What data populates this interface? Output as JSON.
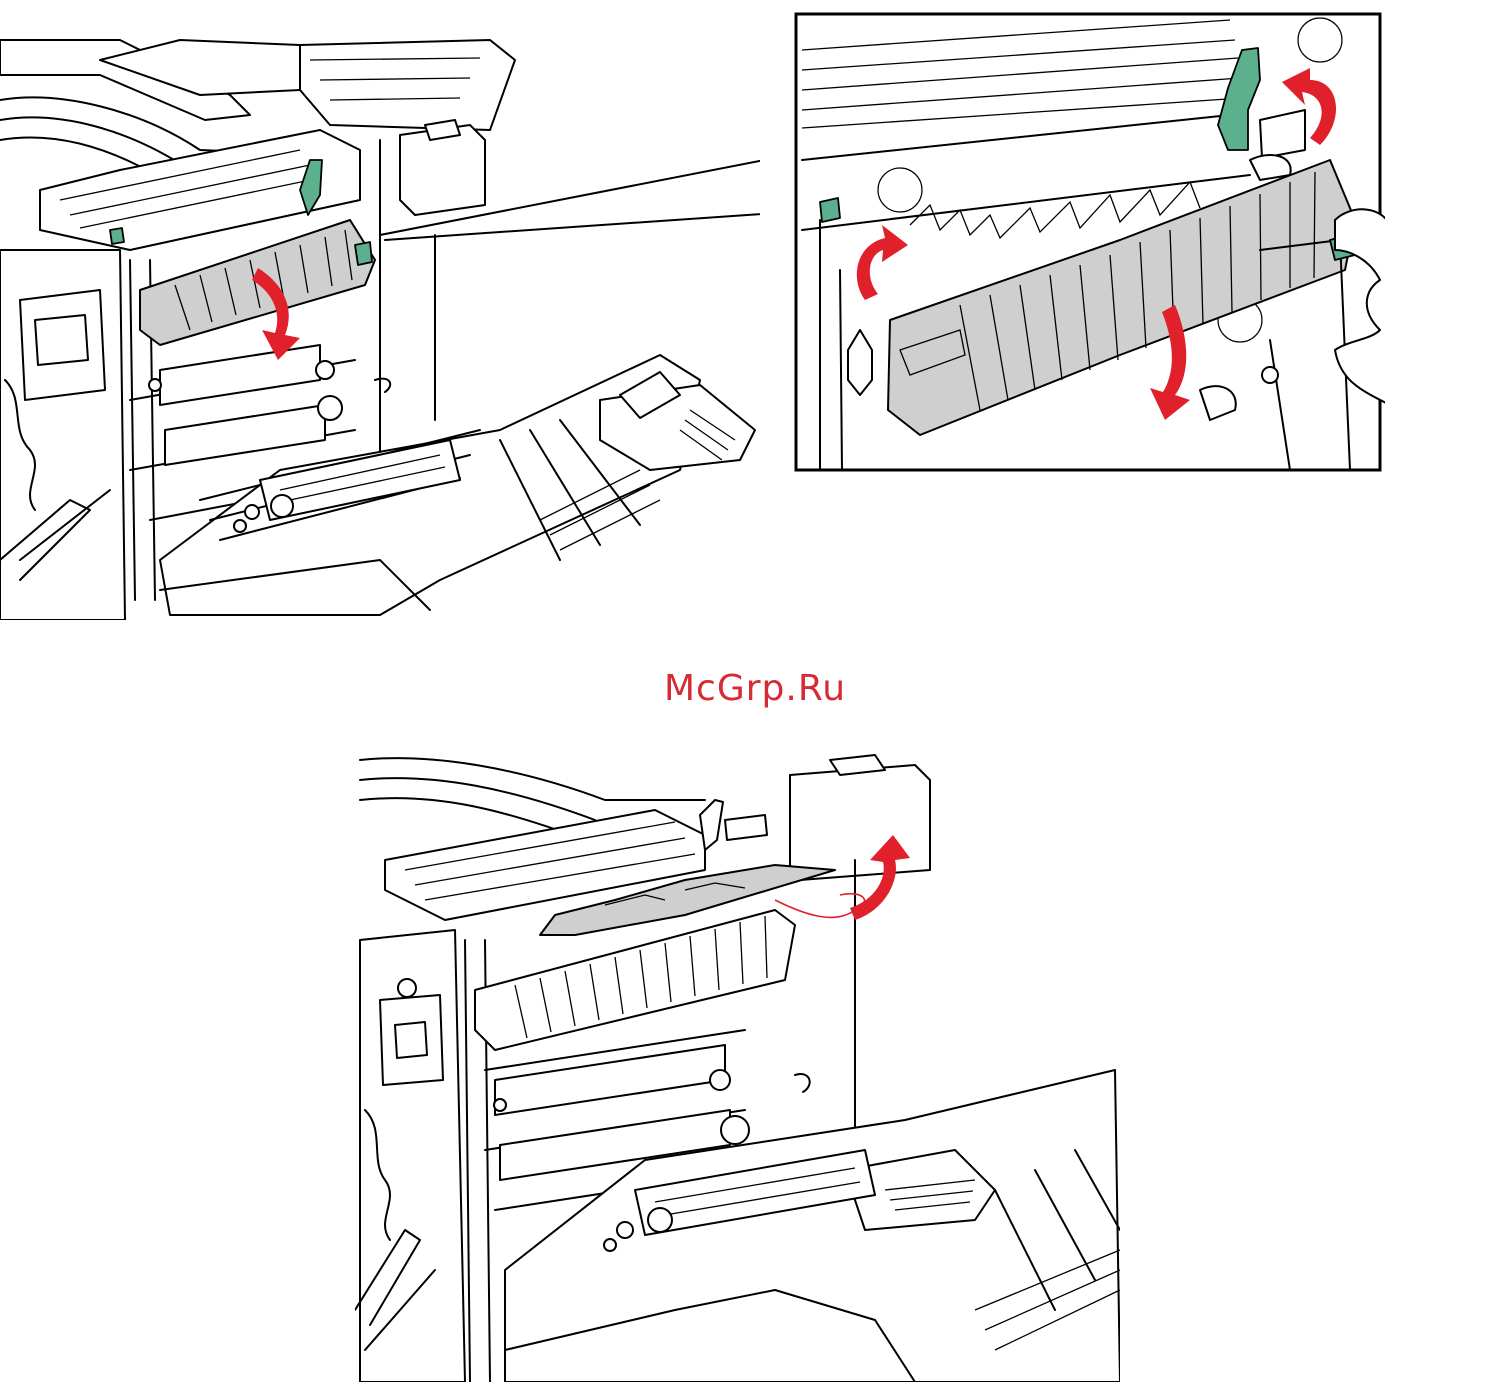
{
  "watermark": {
    "text": "McGrp.Ru",
    "color": "#d62b35"
  },
  "figures": [
    {
      "name": "printer-open-fuser-lever-down"
    },
    {
      "name": "fuser-detail-zoom"
    },
    {
      "name": "printer-remove-jammed-paper"
    }
  ],
  "colors": {
    "accent_green": "#5cb08d",
    "arrow_red": "#e0202b",
    "part_gray": "#cfcfcf",
    "line": "#000000"
  }
}
